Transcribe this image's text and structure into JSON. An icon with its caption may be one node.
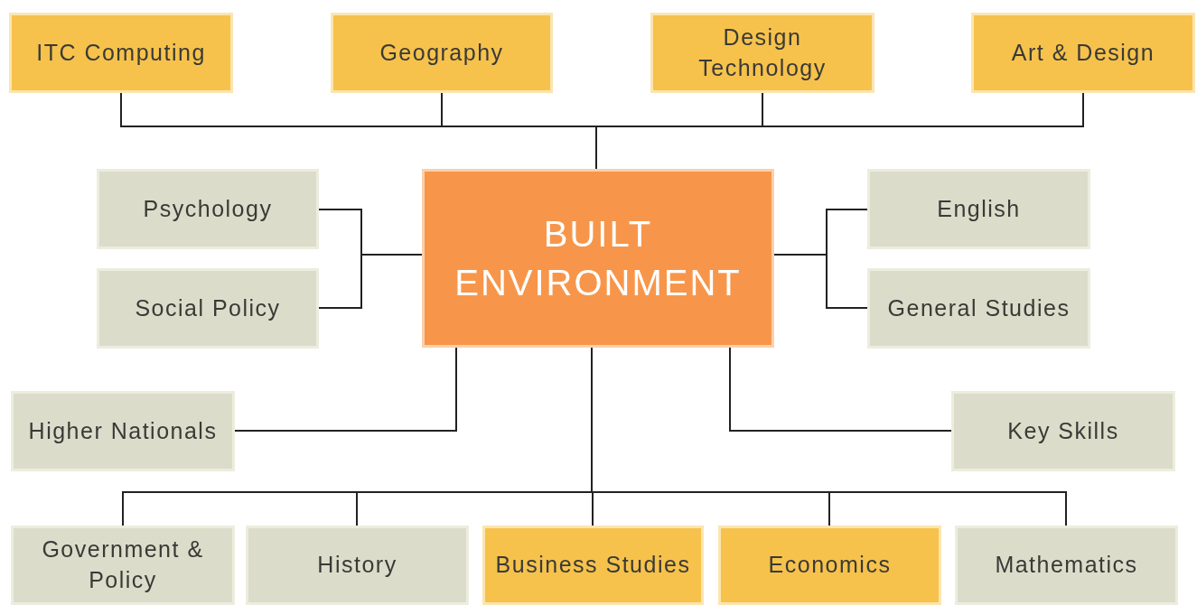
{
  "diagram": {
    "nodes": [
      {
        "text": [
          "ITC Computing"
        ]
      },
      {
        "text": [
          "Geography"
        ]
      },
      {
        "text": [
          "Design Technology"
        ]
      },
      {
        "text": [
          "Art & Design"
        ]
      },
      {
        "text": [
          "Psychology"
        ]
      },
      {
        "text": [
          "BUILT ENVIRONMENT"
        ]
      },
      {
        "text": [
          "English"
        ]
      },
      {
        "text": [
          "Social Policy"
        ]
      },
      {
        "text": [
          "General Studies"
        ]
      },
      {
        "text": [
          "Higher Nationals"
        ]
      },
      {
        "text": [
          "Key Skills"
        ]
      },
      {
        "text": [
          "Government & Policy"
        ]
      },
      {
        "text": [
          "History"
        ]
      },
      {
        "text": [
          "Business Studies"
        ]
      },
      {
        "text": [
          "Economics"
        ]
      },
      {
        "text": [
          "Mathematics"
        ]
      }
    ],
    "edges": [
      {
        "from": 5,
        "to": 0,
        "arrow": "none"
      },
      {
        "from": 5,
        "to": 1,
        "arrow": "none"
      },
      {
        "from": 5,
        "to": 2,
        "arrow": "none"
      },
      {
        "from": 5,
        "to": 3,
        "arrow": "none"
      },
      {
        "from": 5,
        "to": 4,
        "arrow": "none"
      },
      {
        "from": 5,
        "to": 7,
        "arrow": "none"
      },
      {
        "from": 5,
        "to": 6,
        "arrow": "none"
      },
      {
        "from": 5,
        "to": 8,
        "arrow": "none"
      },
      {
        "from": 5,
        "to": 9,
        "arrow": "none"
      },
      {
        "from": 5,
        "to": 10,
        "arrow": "none"
      },
      {
        "from": 5,
        "to": 11,
        "arrow": "none"
      },
      {
        "from": 5,
        "to": 12,
        "arrow": "none"
      },
      {
        "from": 5,
        "to": 13,
        "arrow": "none"
      },
      {
        "from": 5,
        "to": 14,
        "arrow": "none"
      },
      {
        "from": 5,
        "to": 15,
        "arrow": "none"
      }
    ]
  }
}
